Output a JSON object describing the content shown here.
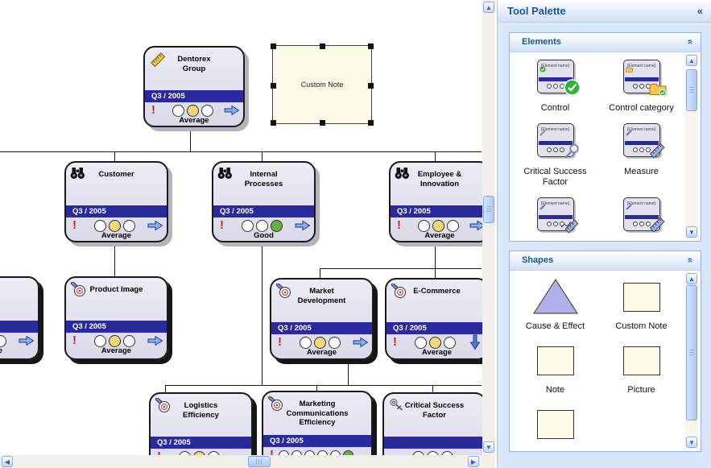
{
  "canvas": {
    "custom_note": {
      "label": "Custom Note"
    },
    "nodes": [
      {
        "id": "dentorex-group",
        "title_lines": [
          "Dentorex",
          "Group"
        ],
        "icon": "ruler-icon",
        "period": "Q3 / 2005",
        "status": "Average",
        "dots": [
          "white",
          "yellow",
          "white"
        ],
        "arrow": "right",
        "alert": "!"
      },
      {
        "id": "customer",
        "title_lines": [
          "Customer"
        ],
        "icon": "binoculars-icon",
        "period": "Q3 / 2005",
        "status": "Average",
        "dots": [
          "white",
          "yellow",
          "white"
        ],
        "arrow": "right",
        "alert": "!"
      },
      {
        "id": "internal-processes",
        "title_lines": [
          "Internal",
          "Processes"
        ],
        "icon": "binoculars-icon",
        "period": "Q3 / 2005",
        "status": "Good",
        "dots": [
          "white",
          "white",
          "green"
        ],
        "arrow": "right",
        "alert": "!"
      },
      {
        "id": "employee-innovation",
        "title_lines": [
          "Employee &",
          "Innovation"
        ],
        "icon": "binoculars-icon",
        "period": "Q3 / 2005",
        "status": "Average",
        "dots": [
          "white",
          "yellow",
          "white"
        ],
        "arrow": "right",
        "alert": "!"
      },
      {
        "id": "offscreen-left-node",
        "title_lines": [],
        "icon": "",
        "period": "",
        "status": "Average",
        "dots": [
          "white",
          "yellow",
          "white"
        ],
        "arrow": "right",
        "alert": "!"
      },
      {
        "id": "product-image",
        "title_lines": [
          "Product Image"
        ],
        "icon": "target-icon",
        "period": "Q3 / 2005",
        "status": "Average",
        "dots": [
          "white",
          "yellow",
          "white"
        ],
        "arrow": "right",
        "alert": "!"
      },
      {
        "id": "market-development",
        "title_lines": [
          "Market",
          "Development"
        ],
        "icon": "target-icon",
        "period": "Q3 / 2005",
        "status": "Average",
        "dots": [
          "white",
          "yellow",
          "white"
        ],
        "arrow": "right",
        "alert": "!"
      },
      {
        "id": "e-commerce",
        "title_lines": [
          "E-Commerce"
        ],
        "icon": "target-icon",
        "period": "Q3 / 2005",
        "status": "Average",
        "dots": [
          "white",
          "yellow",
          "white"
        ],
        "arrow": "down",
        "alert": "!"
      },
      {
        "id": "logistics-efficiency",
        "title_lines": [
          "Logistics",
          "Efficiency"
        ],
        "icon": "target-icon",
        "period": "Q3 / 2005",
        "status": "",
        "dots": [
          "white",
          "yellow",
          "white"
        ],
        "arrow": "",
        "alert": "!"
      },
      {
        "id": "marketing-communications-efficiency",
        "title_lines": [
          "Marketing",
          "Communications",
          "Efficiency"
        ],
        "icon": "target-icon",
        "period": "Q3 / 2005",
        "status": "",
        "dots": [
          "white",
          "white",
          "white",
          "white",
          "white",
          "green"
        ],
        "arrow": "",
        "alert": "!"
      },
      {
        "id": "critical-success-factor",
        "title_lines": [
          "Critical Success",
          "Factor"
        ],
        "icon": "key-icon",
        "period": "",
        "status": "",
        "dots": [
          "white",
          "white",
          "white"
        ],
        "arrow": "",
        "alert": ""
      }
    ]
  },
  "tool_palette": {
    "title": "Tool Palette",
    "collapse_icon": "«",
    "sections": [
      {
        "id": "elements",
        "title": "Elements",
        "collapse_icon": "«",
        "card_text": "[Element name]",
        "items": [
          {
            "label": "Control",
            "icon": "control-card-icon",
            "badge": "check"
          },
          {
            "label": "Control category",
            "icon": "control-category-card-icon",
            "badge": "folder"
          },
          {
            "label": "Critical Success Factor",
            "icon": "critical-success-factor-card-icon",
            "badge": "magnifier"
          },
          {
            "label": "Measure",
            "icon": "measure-card-icon",
            "badge": "ruler"
          },
          {
            "label": "",
            "icon": "partial-card-icon",
            "badge": "ruler-arrow"
          },
          {
            "label": "",
            "icon": "partial-card-icon",
            "badge": "ruler"
          }
        ]
      },
      {
        "id": "shapes",
        "title": "Shapes",
        "collapse_icon": "«",
        "items": [
          {
            "label": "Cause & Effect",
            "icon": "cause-effect-triangle-icon",
            "shape": "triangle"
          },
          {
            "label": "Custom Note",
            "icon": "custom-note-rect-icon",
            "shape": "rect"
          },
          {
            "label": "Note",
            "icon": "note-rect-icon",
            "shape": "rect"
          },
          {
            "label": "Picture",
            "icon": "picture-rect-icon",
            "shape": "rect"
          },
          {
            "label": "",
            "icon": "extra-rect-icon",
            "shape": "rect"
          }
        ]
      }
    ]
  },
  "colors": {
    "banner_blue": "#2a2a9e",
    "node_fill": "#e2e2ef",
    "status_yellow": "#f2d878",
    "status_green": "#6cb03c",
    "alert_red": "#d42020",
    "arrow_blue": "#8ab0ec",
    "palette_header_blue": "#15589c",
    "triangle_purple": "#b0b0ea",
    "note_yellow": "#fbfbe6"
  }
}
